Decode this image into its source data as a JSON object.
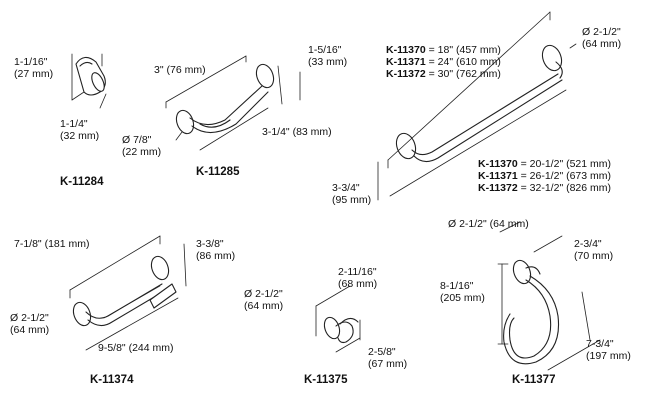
{
  "colors": {
    "line": "#222222",
    "fill": "#ffffff",
    "text": "#111111"
  },
  "k11284": {
    "model": "K-11284",
    "width": [
      "1-1/16\"",
      "(27 mm)"
    ],
    "depth": [
      "1-1/4\"",
      "(32 mm)"
    ]
  },
  "k11285": {
    "model": "K-11285",
    "length": "3\" (76 mm)",
    "height": [
      "1-5/16\"",
      "(33 mm)"
    ],
    "base": [
      "Ø 7/8\"",
      "(22 mm)"
    ],
    "projection": "3-1/4\" (83 mm)"
  },
  "k11370": {
    "top_table": [
      {
        "model": "K-11370",
        "value": " = 18\" (457 mm)"
      },
      {
        "model": "K-11371",
        "value": " = 24\" (610 mm)"
      },
      {
        "model": "K-11372",
        "value": " = 30\" (762 mm)"
      }
    ],
    "bottom_table": [
      {
        "model": "K-11370",
        "value": " = 20-1/2\" (521 mm)"
      },
      {
        "model": "K-11371",
        "value": " = 26-1/2\" (673 mm)"
      },
      {
        "model": "K-11372",
        "value": " = 32-1/2\" (826 mm)"
      }
    ],
    "diameter": [
      "Ø 2-1/2\"",
      "(64 mm)"
    ],
    "projection": [
      "3-3/4\"",
      "(95 mm)"
    ]
  },
  "k11374": {
    "model": "K-11374",
    "length": "7-1/8\" (181 mm)",
    "projection": [
      "3-3/8\"",
      "(86 mm)"
    ],
    "diameter": [
      "Ø 2-1/2\"",
      "(64 mm)"
    ],
    "overall": "9-5/8\" (244 mm)"
  },
  "k11375": {
    "model": "K-11375",
    "height": [
      "2-11/16\"",
      "(68 mm)"
    ],
    "diameter": [
      "Ø 2-1/2\"",
      "(64 mm)"
    ],
    "projection": [
      "2-5/8\"",
      "(67 mm)"
    ]
  },
  "k11377": {
    "model": "K-11377",
    "diameter": "Ø 2-1/2\" (64 mm)",
    "projection": [
      "2-3/4\"",
      "(70 mm)"
    ],
    "height": [
      "8-1/16\"",
      "(205 mm)"
    ],
    "width": [
      "7-3/4\"",
      "(197 mm)"
    ]
  }
}
